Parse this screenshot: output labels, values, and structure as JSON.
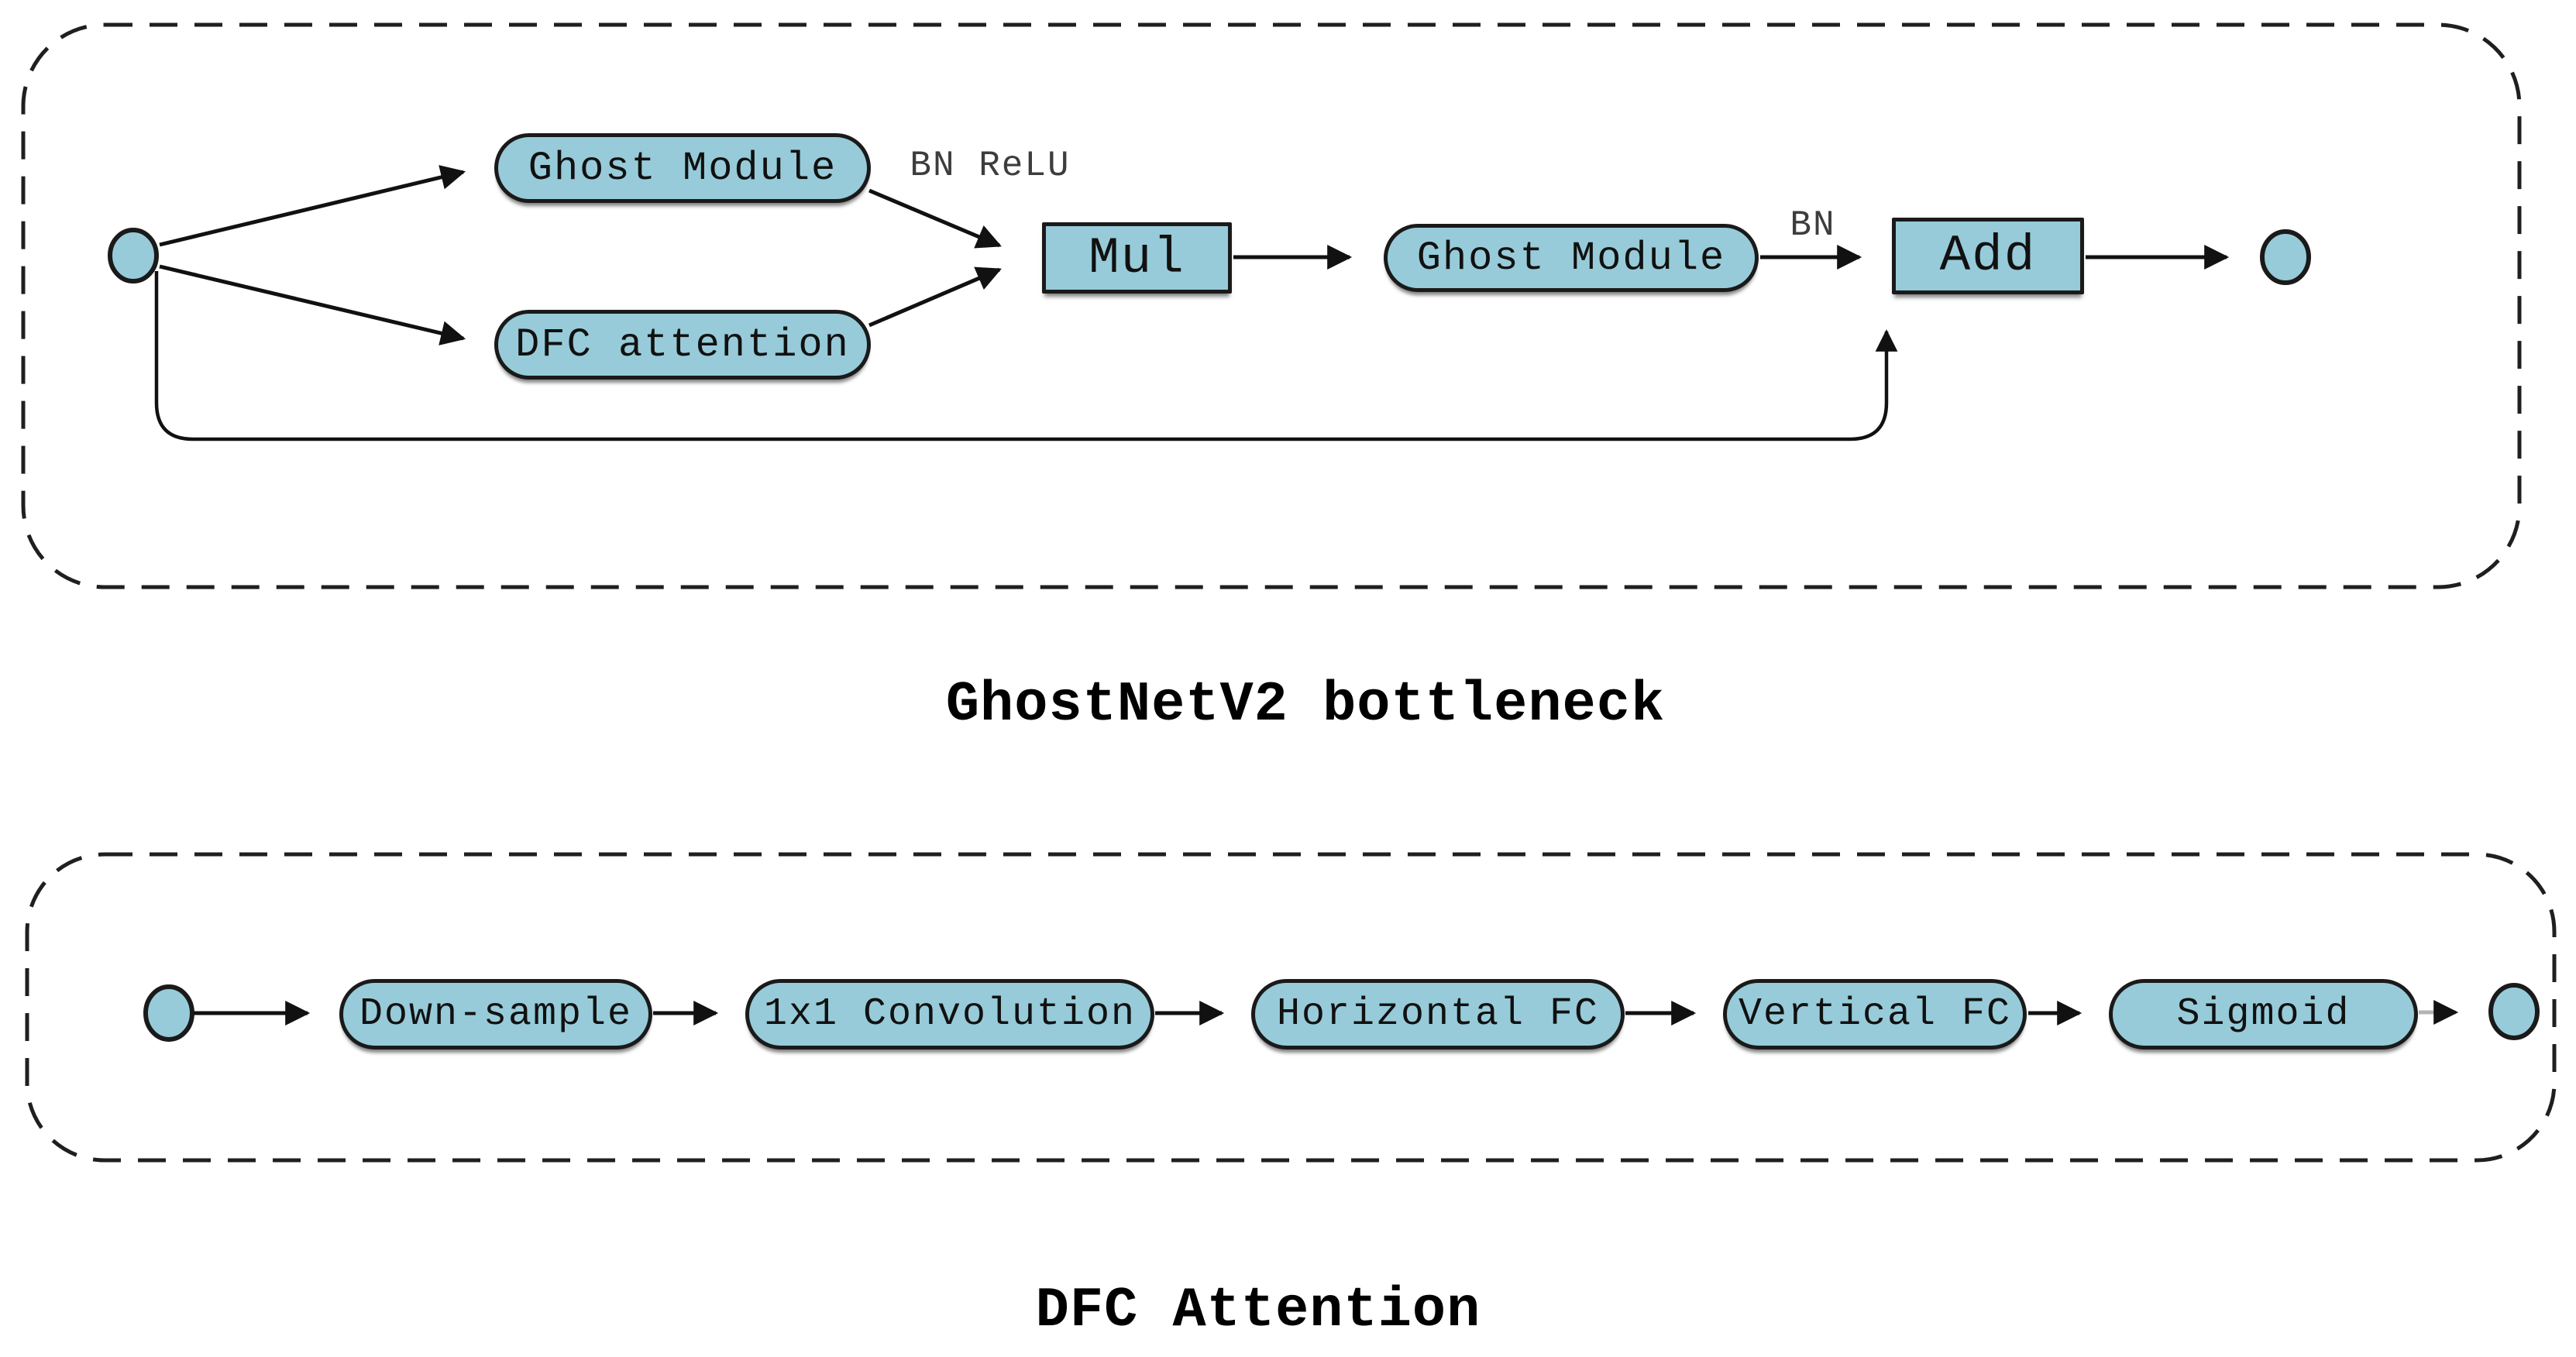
{
  "colors": {
    "node_fill": "#97CBD9",
    "node_border": "#1a1a1a",
    "connector": "#111111",
    "connector_light": "#b4b4b4",
    "annotation_text": "#3d3d3d",
    "container_dash": "#1f1f1f"
  },
  "diagrams": [
    {
      "title": "GhostNetV2 bottleneck",
      "nodes": {
        "ghost_module_1": "Ghost Module",
        "dfc_attention": "DFC attention",
        "mul": "Mul",
        "ghost_module_2": "Ghost Module",
        "add": "Add"
      },
      "annotations": {
        "bn_relu": "BN ReLU",
        "bn": "BN"
      }
    },
    {
      "title": "DFC Attention",
      "nodes": {
        "down_sample": "Down-sample",
        "conv_1x1": "1x1 Convolution",
        "horizontal_fc": "Horizontal FC",
        "vertical_fc": "Vertical FC",
        "sigmoid": "Sigmoid"
      }
    }
  ]
}
